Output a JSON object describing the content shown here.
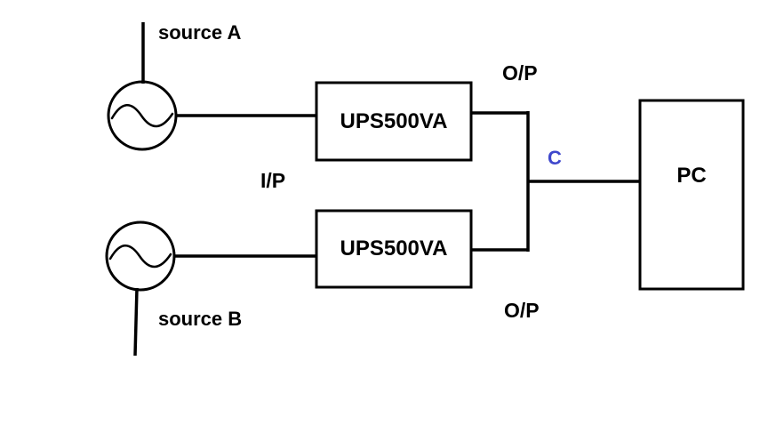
{
  "diagram": {
    "colors": {
      "stroke": "#000000",
      "text": "#000000",
      "junction_text": "#3f48cc",
      "background": "#ffffff"
    },
    "sources": {
      "a": {
        "label": "source A"
      },
      "b": {
        "label": "source B"
      }
    },
    "ups": {
      "top": {
        "label": "UPS500VA"
      },
      "bottom": {
        "label": "UPS500VA"
      }
    },
    "ports": {
      "input": "I/P",
      "output_top": "O/P",
      "output_bottom": "O/P"
    },
    "junction": {
      "label": "C"
    },
    "load": {
      "label": "PC"
    }
  }
}
